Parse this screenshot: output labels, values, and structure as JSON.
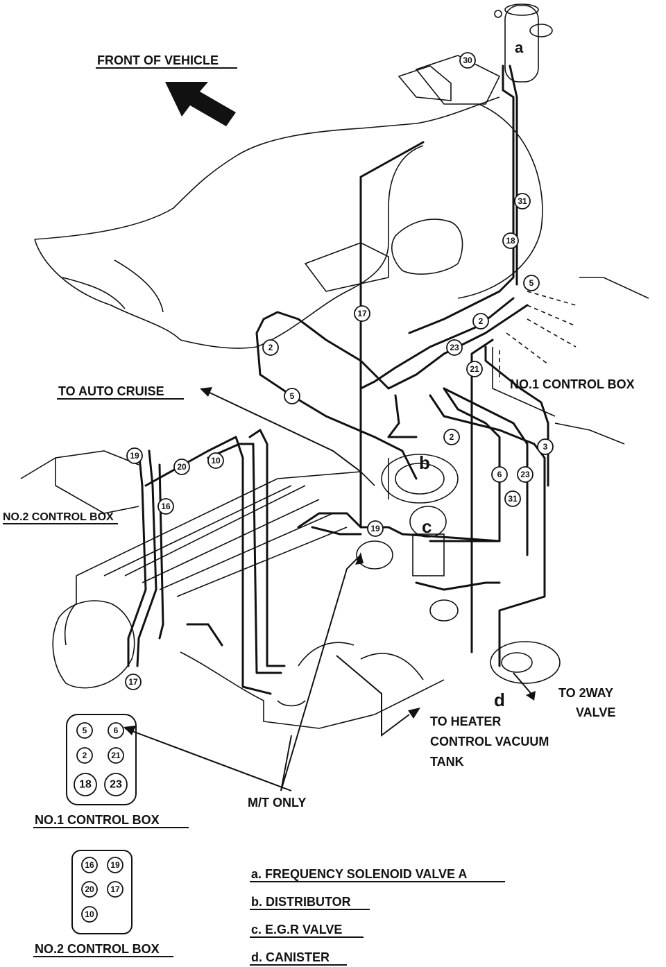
{
  "labels": {
    "front_of_vehicle": "FRONT OF VEHICLE",
    "to_auto_cruise": "TO AUTO CRUISE",
    "no1_control_box_top": "NO.1 CONTROL BOX",
    "no2_control_box_side": "NO.2 CONTROL BOX",
    "to_2way_valve_line1": "TO 2WAY",
    "to_2way_valve_line2": "VALVE",
    "to_heater_line1": "TO HEATER",
    "to_heater_line2": "CONTROL VACUUM",
    "to_heater_line3": "TANK",
    "mt_only": "M/T ONLY",
    "callout_a": "a",
    "callout_b": "b",
    "callout_c": "c",
    "callout_d": "d"
  },
  "hose_tags": {
    "t30": "30",
    "t31a": "31",
    "t18": "18",
    "t5a": "5",
    "t2a": "2",
    "t23a": "23",
    "t21": "21",
    "t17a": "17",
    "t2b": "2",
    "t5b": "5",
    "t2c": "2",
    "t3": "3",
    "t6": "6",
    "t23b": "23",
    "t31b": "31",
    "t19a": "19",
    "t20": "20",
    "t10": "10",
    "t16": "16",
    "t19b": "19",
    "t17b": "17"
  },
  "box1": {
    "title": "NO.1 CONTROL BOX",
    "ports": [
      "5",
      "6",
      "2",
      "21",
      "18",
      "23"
    ]
  },
  "box2": {
    "title": "NO.2 CONTROL BOX",
    "ports": [
      "16",
      "19",
      "20",
      "17",
      "10"
    ]
  },
  "legend": [
    "a.  FREQUENCY  SOLENOID  VALVE  A",
    "b.  DISTRIBUTOR",
    "c.  E.G.R  VALVE",
    "d.  CANISTER"
  ]
}
